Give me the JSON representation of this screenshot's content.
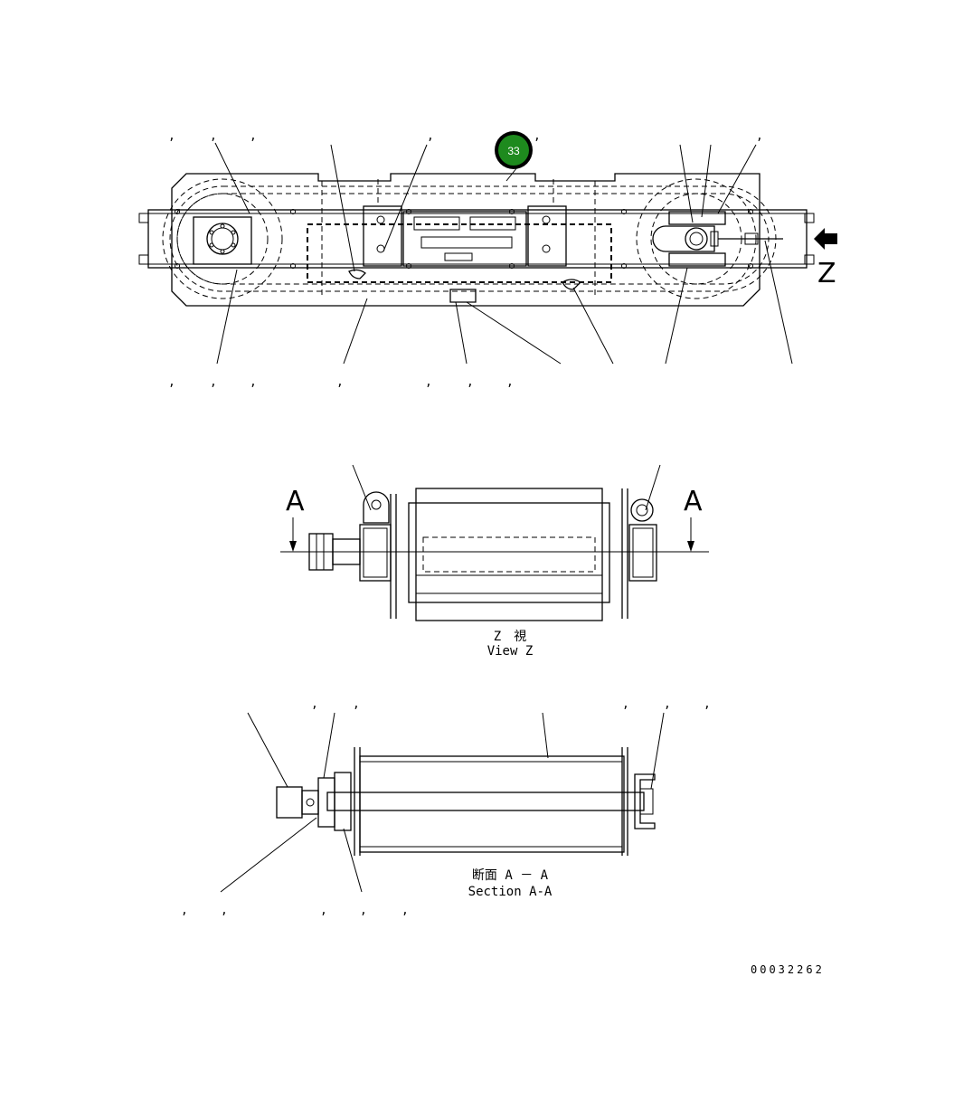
{
  "callout": {
    "number": "33",
    "color": "#1e8a1e"
  },
  "view_z": {
    "arrow_label": "Z",
    "caption_jp": "Z　視",
    "caption_en": "View Z"
  },
  "section": {
    "marker_left": "A",
    "marker_right": "A",
    "caption_jp": "断面 A － A",
    "caption_en": "Section A-A"
  },
  "drawing_number": "00032262",
  "top_commas": [
    ",",
    ",",
    ",",
    ",",
    ",",
    ",",
    ",",
    ","
  ],
  "bottom_commas": [
    ",",
    ",",
    ",",
    ",",
    ",",
    ","
  ],
  "sec_top_commas": [
    ",",
    ",",
    ",",
    ",",
    ","
  ],
  "sec_bottom_commas": [
    ",",
    ",",
    ",",
    ",",
    ","
  ]
}
